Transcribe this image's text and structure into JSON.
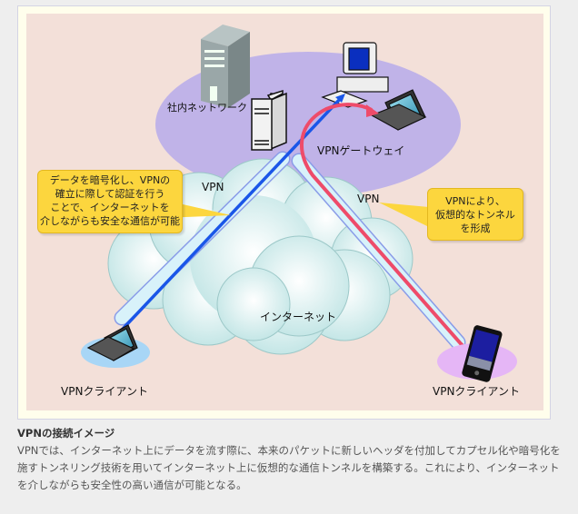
{
  "diagram": {
    "labels": {
      "corporate_network": "社内ネットワーク",
      "vpn_gateway": "VPNゲートウェイ",
      "internet": "インターネット",
      "vpn_left": "VPN",
      "vpn_right": "VPN",
      "client_left": "VPNクライアント",
      "client_right": "VPNクライアント"
    },
    "callouts": {
      "left": [
        "データを暗号化し、VPNの",
        "確立に際して認証を行う",
        "ことで、インターネットを",
        "介しながらも安全な通信が可能"
      ],
      "right": [
        "VPNにより、",
        "仮想的なトンネル",
        "を形成"
      ]
    },
    "colors": {
      "background": "#f3e0d9",
      "lan_ellipse": "#c0b3e8",
      "tunnel_left_line": "#1a56e8",
      "tunnel_right_line": "#ee4b6a",
      "tunnel_tube": "#d8f2fa",
      "callout": "#fcd63e",
      "cloud": "#d5eeee"
    }
  },
  "caption": {
    "title": "VPNの接続イメージ",
    "body": "VPNでは、インターネット上にデータを流す際に、本来のパケットに新しいヘッダを付加してカプセル化や暗号化を施すトンネリング技術を用いてインターネット上に仮想的な通信トンネルを構築する。これにより、インターネットを介しながらも安全性の高い通信が可能となる。"
  }
}
